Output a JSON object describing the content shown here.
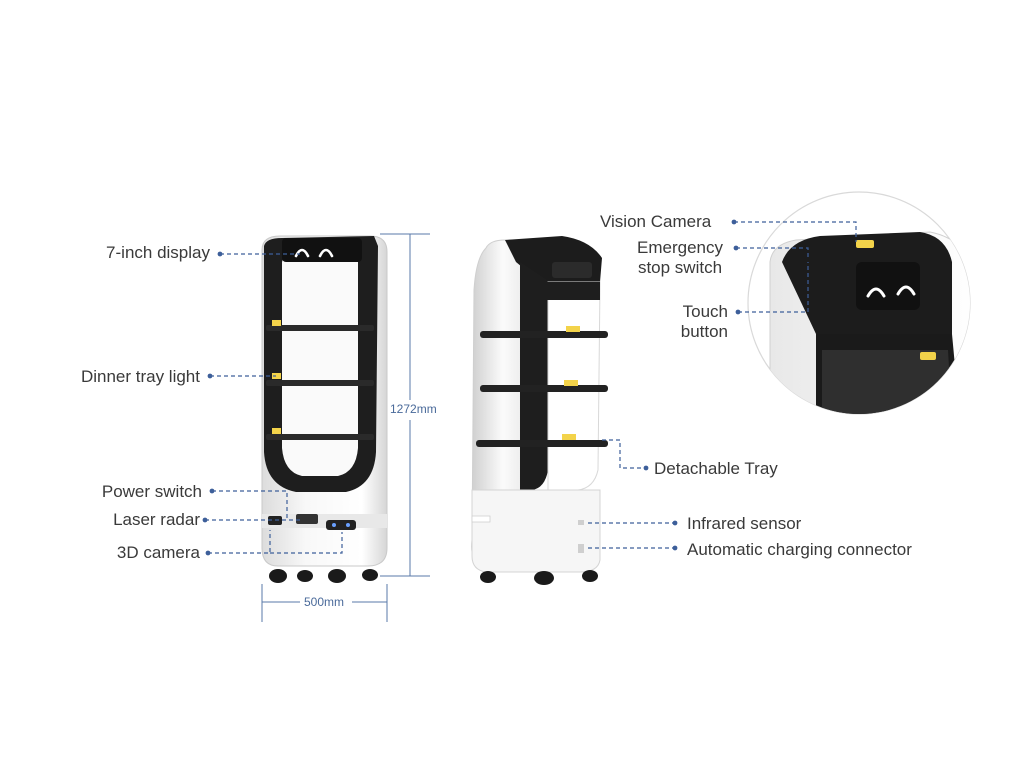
{
  "callouts": {
    "display": "7-inch display",
    "tray_light": "Dinner tray light",
    "power_switch": "Power switch",
    "laser_radar": "Laser radar",
    "camera_3d": "3D camera",
    "vision_camera": "Vision Camera",
    "emergency_stop": [
      "Emergency",
      "stop switch"
    ],
    "touch_button": [
      "Touch",
      "button"
    ],
    "detachable_tray": "Detachable Tray",
    "infrared_sensor": "Infrared sensor",
    "charging_connector": "Automatic charging connector"
  },
  "dimensions": {
    "height": "1272mm",
    "width": "500mm"
  },
  "colors": {
    "leader_line": "#3d5f9a",
    "dimension_line": "#5a7aa8",
    "robot_body": "#f4f4f4",
    "robot_dark": "#1e1e1e",
    "tray_light": "#f3d34a",
    "label_text": "#3a3a3a"
  },
  "icons": {
    "face": "smiling-eyes-icon"
  }
}
